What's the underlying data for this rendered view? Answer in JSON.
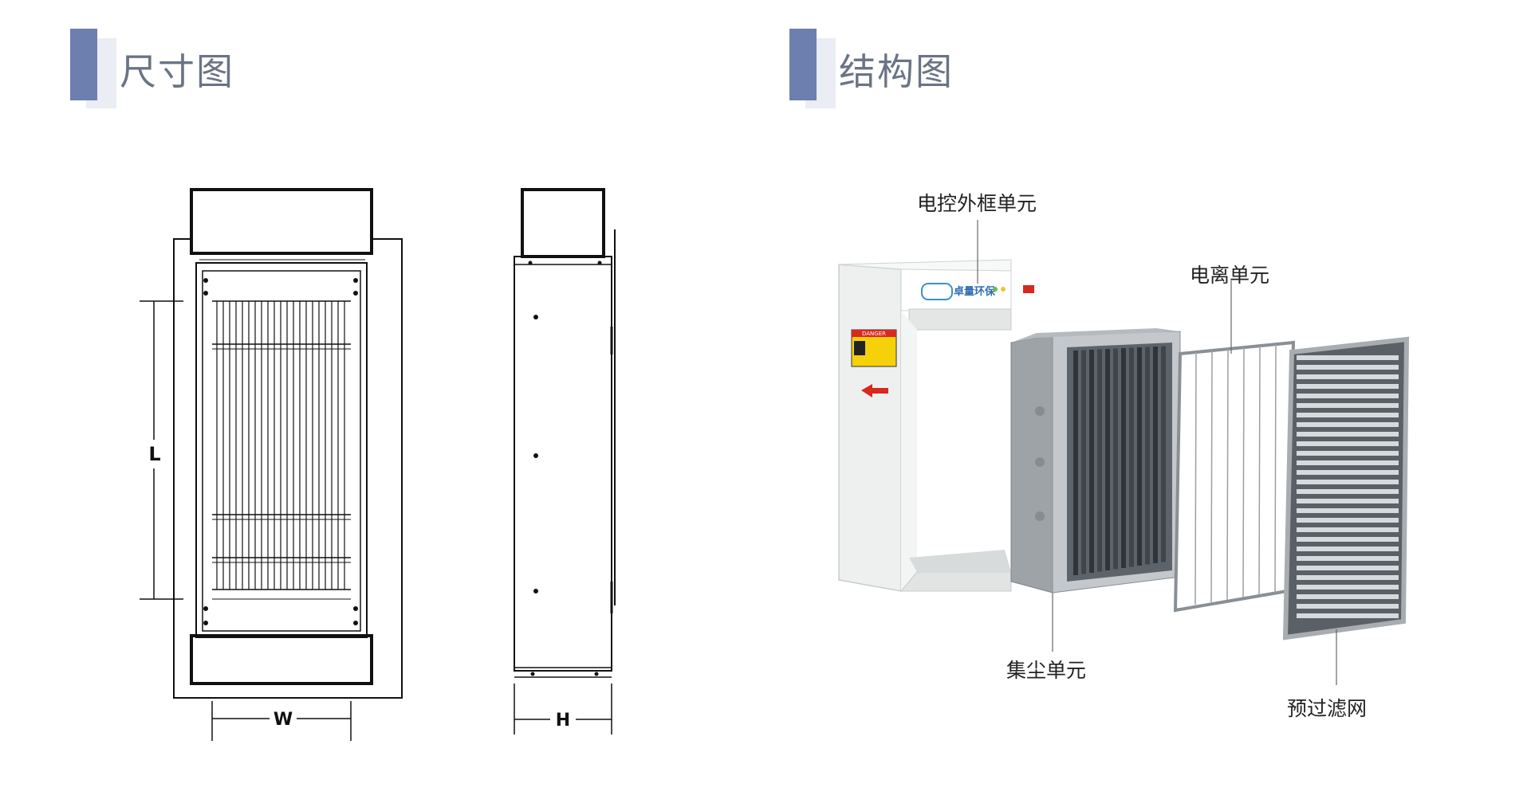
{
  "sections": {
    "dimension": {
      "title": "尺寸图"
    },
    "structure": {
      "title": "结构图"
    }
  },
  "dimension_labels": {
    "length": "L",
    "width": "W",
    "height": "H"
  },
  "callouts": {
    "frame_unit": "电控外框单元",
    "ionization_unit": "电离单元",
    "collection_unit": "集尘单元",
    "prefilter": "预过滤网"
  },
  "device_panel": {
    "logo": "卓量环保",
    "warning": "DANGER"
  },
  "colors": {
    "accent": "#6c7fae",
    "title_text": "#6b7486"
  }
}
